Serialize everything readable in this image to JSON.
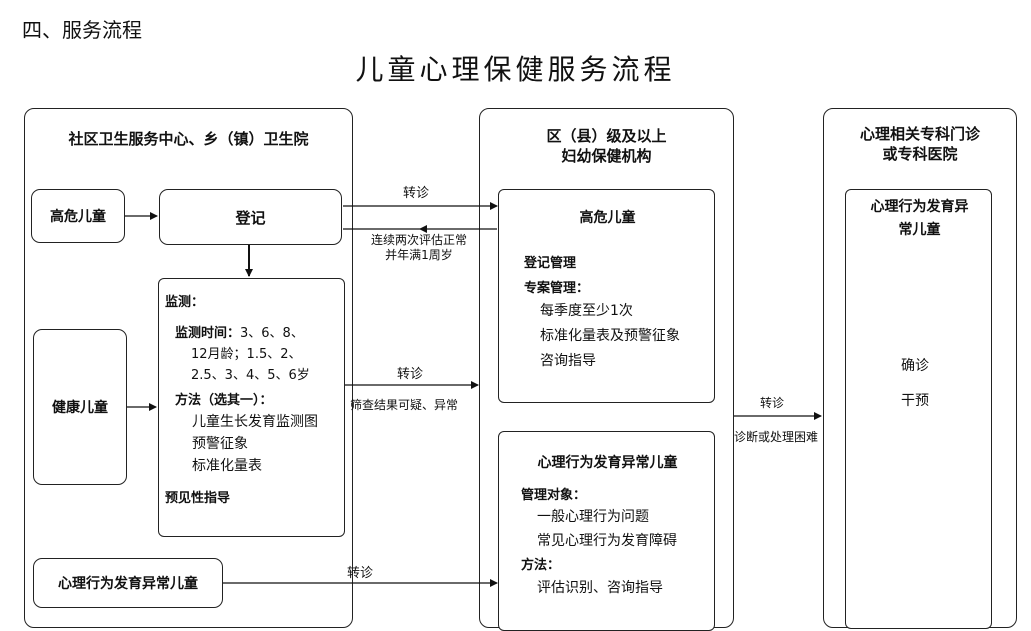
{
  "section_heading": "四、服务流程",
  "title": "儿童心理保健服务流程",
  "columns": {
    "community": "社区卫生服务中心、乡（镇）卫生院",
    "district_line1": "区（县）级及以上",
    "district_line2": "妇幼保健机构",
    "specialist_line1": "心理相关专科门诊",
    "specialist_line2": "或专科医院"
  },
  "community_nodes": {
    "high_risk": "高危儿童",
    "register": "登记",
    "healthy": "健康儿童",
    "abnormal": "心理行为发育异常儿童"
  },
  "monitoring": {
    "heading": "监测：",
    "time_label": "监测时间：",
    "time_line1": "3、6、8、",
    "time_line2": "12月龄；1.5、2、",
    "time_line3": "2.5、3、4、5、6岁",
    "method_label": "方法（选其一）：",
    "methods": [
      "儿童生长发育监测图",
      "预警征象",
      "标准化量表"
    ],
    "guidance": "预见性指导"
  },
  "district_high_risk": {
    "title": "高危儿童",
    "reg_mgmt": "登记管理",
    "case_mgmt": "专案管理：",
    "items": [
      "每季度至少1次",
      "标准化量表及预警征象",
      "咨询指导"
    ]
  },
  "district_abnormal": {
    "title": "心理行为发育异常儿童",
    "target_label": "管理对象：",
    "targets": [
      "一般心理行为问题",
      "常见心理行为发育障碍"
    ],
    "method_label": "方法：",
    "methods": [
      "评估识别、咨询指导"
    ]
  },
  "specialist": {
    "title_line1": "心理行为发育异",
    "title_line2": "常儿童",
    "confirm": "确诊",
    "intervene": "干预"
  },
  "edges": {
    "referral_1": "转诊",
    "return_line1": "连续两次评估正常",
    "return_line2": "并年满1周岁",
    "referral_2": "转诊",
    "screen_abnormal": "筛查结果可疑、异常",
    "referral_3": "转诊",
    "diagnosis_hard": "诊断或处理困难",
    "referral_4": "转诊"
  }
}
